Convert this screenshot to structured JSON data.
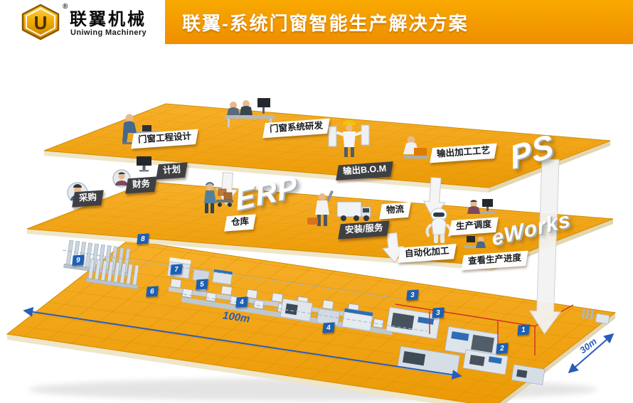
{
  "header": {
    "logo_symbol": "U",
    "registered_mark": "®",
    "company_cn": "联翼机械",
    "company_en": "Uniwing Machinery",
    "banner_title": "联翼-系统门窗智能生产解决方案"
  },
  "ps_layer": {
    "big_label": "PS",
    "design_label": "门窗工程设计",
    "rd_label": "门窗系统研发",
    "bom_label": "输出B.O.M",
    "process_label": "输出加工工艺"
  },
  "erp_layer": {
    "big_label": "ERP",
    "plan_label": "计划",
    "finance_label": "财务",
    "purchase_label": "采购",
    "warehouse_label": "仓库",
    "logistics_label": "物流",
    "install_label": "安装/服务"
  },
  "eworks_layer": {
    "big_label": "eWorks",
    "dispatch_label": "生产调度",
    "auto_label": "自动化加工",
    "progress_label": "查看生产进度"
  },
  "factory": {
    "badges": [
      "9",
      "8",
      "7",
      "6",
      "5",
      "4",
      "4",
      "3",
      "3",
      "2",
      "1"
    ],
    "length_label": "100m",
    "width_label": "30m"
  },
  "colors": {
    "banner_orange": "#f39c00",
    "platform_orange": "#f2a312",
    "grid_line_orange": "#d88a00",
    "badge_blue": "#1d5fb4",
    "dimension_blue": "#2a5cb8",
    "label_dark_bg": "#3f4043",
    "red_line": "#d03024"
  }
}
